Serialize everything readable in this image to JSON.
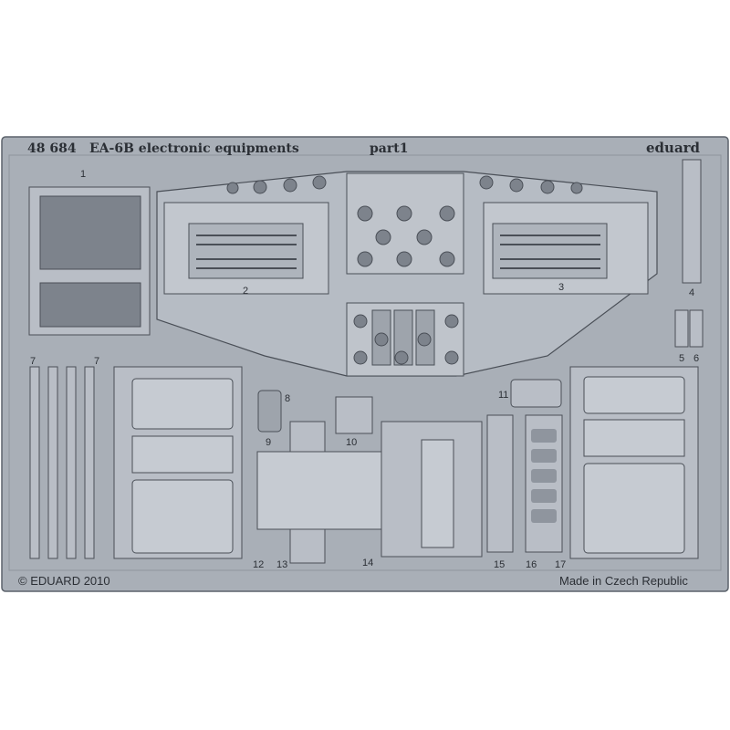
{
  "sheet": {
    "code": "48 684",
    "title": "EA-6B electronic equipments",
    "part": "part1",
    "brand": "eduard",
    "copyright": "© EDUARD 2010",
    "origin": "Made in Czech Republic"
  },
  "parts": [
    {
      "id": "1",
      "label": "1"
    },
    {
      "id": "2",
      "label": "2"
    },
    {
      "id": "3",
      "label": "3"
    },
    {
      "id": "4",
      "label": "4"
    },
    {
      "id": "5",
      "label": "5"
    },
    {
      "id": "6",
      "label": "6"
    },
    {
      "id": "7a",
      "label": "7"
    },
    {
      "id": "7b",
      "label": "7"
    },
    {
      "id": "8",
      "label": "8"
    },
    {
      "id": "9",
      "label": "9"
    },
    {
      "id": "10",
      "label": "10"
    },
    {
      "id": "11",
      "label": "11"
    },
    {
      "id": "12",
      "label": "12"
    },
    {
      "id": "13",
      "label": "13"
    },
    {
      "id": "14",
      "label": "14"
    },
    {
      "id": "15",
      "label": "15"
    },
    {
      "id": "16",
      "label": "16"
    },
    {
      "id": "17",
      "label": "17"
    }
  ],
  "colors": {
    "background": "#ffffff",
    "fret": "#a8aeb6",
    "metal": "#b6bcc4",
    "metalLight": "#c6cbd2",
    "metalDark": "#8c929b",
    "line": "#4a4f57"
  }
}
